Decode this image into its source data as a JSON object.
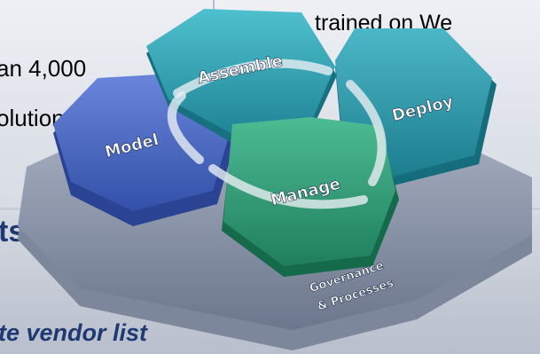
{
  "text_fragments": {
    "top_right": "trained on We",
    "left_line1": "an 4,000",
    "left_line2": "olutions",
    "left_heading": "ts",
    "bottom_italic": "te vendor list"
  },
  "diagram": {
    "hexagons": [
      {
        "id": "assemble",
        "label": "Assemble",
        "color": "#2b9db0"
      },
      {
        "id": "deploy",
        "label": "Deploy",
        "color": "#2f96a8"
      },
      {
        "id": "model",
        "label": "Model",
        "color": "#3e5fbf"
      },
      {
        "id": "manage",
        "label": "Manage",
        "color": "#2d9a78"
      },
      {
        "id": "governance",
        "label_line1": "Governance",
        "label_line2": "& Processes",
        "color": "#8a94a8"
      }
    ]
  }
}
